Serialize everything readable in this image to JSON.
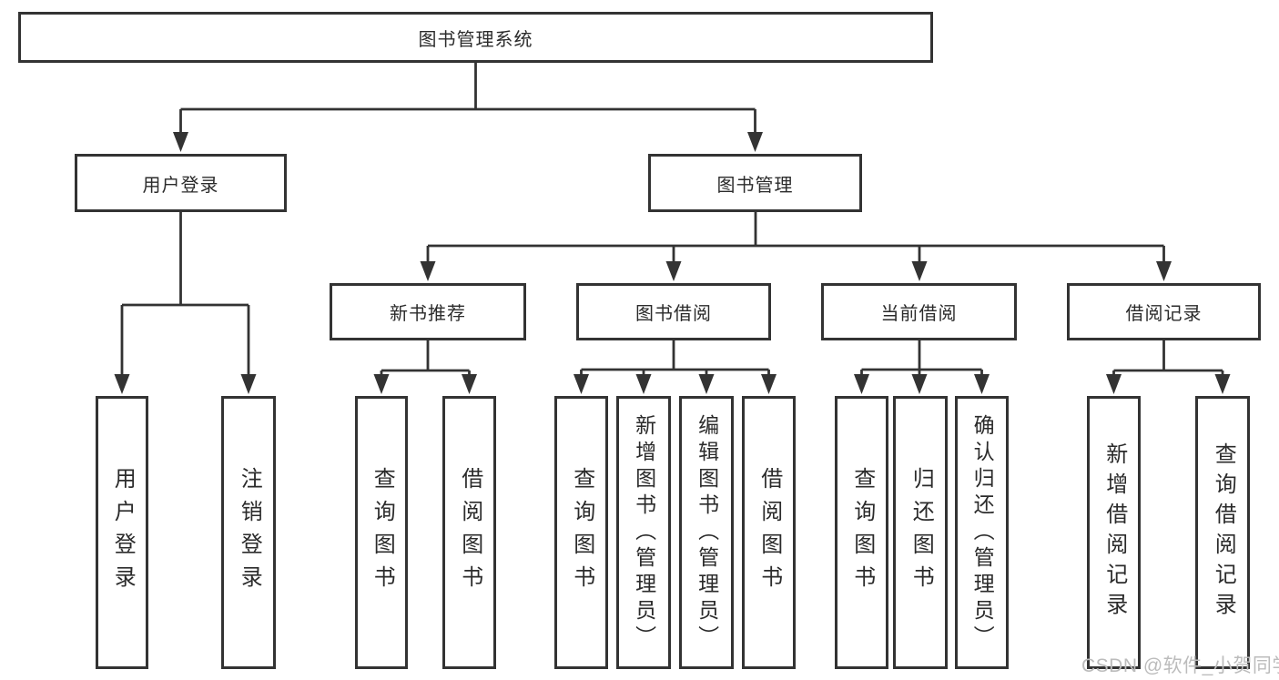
{
  "diagram_title": "图书管理系统",
  "colors": {
    "line": "#333333",
    "box_border": "#333333",
    "text": "#2b2b2b",
    "background": "#ffffff",
    "watermark": "#bcbcbc"
  },
  "tree": {
    "root": {
      "label": "图书管理系统"
    },
    "branches": [
      {
        "label": "用户登录",
        "children": [
          {
            "label": "用户登录"
          },
          {
            "label": "注销登录"
          }
        ]
      },
      {
        "label": "图书管理",
        "children": [
          {
            "label": "新书推荐",
            "children": [
              {
                "label": "查询图书"
              },
              {
                "label": "借阅图书"
              }
            ]
          },
          {
            "label": "图书借阅",
            "children": [
              {
                "label": "查询图书"
              },
              {
                "label": "新增图书（管理员）"
              },
              {
                "label": "编辑图书（管理员）"
              },
              {
                "label": "借阅图书"
              }
            ]
          },
          {
            "label": "当前借阅",
            "children": [
              {
                "label": "查询图书"
              },
              {
                "label": "归还图书"
              },
              {
                "label": "确认归还（管理员）"
              }
            ]
          },
          {
            "label": "借阅记录",
            "children": [
              {
                "label": "新增借阅记录"
              },
              {
                "label": "查询借阅记录"
              }
            ]
          }
        ]
      }
    ]
  },
  "watermark": {
    "text": "CSDN @软件_小贺同学"
  }
}
